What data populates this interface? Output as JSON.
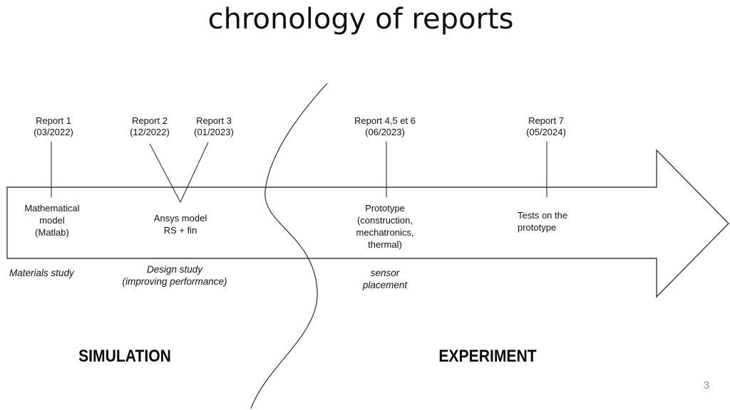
{
  "title": "chronology of reports",
  "page_number": "3",
  "colors": {
    "background": "#ffffff",
    "text": "#111111",
    "line": "#3a3a3a",
    "muted": "#8a8a8a"
  },
  "timeline": {
    "reports": [
      {
        "name": "Report 1",
        "date": "(03/2022)"
      },
      {
        "name": "Report 2",
        "date": "(12/2022)"
      },
      {
        "name": "Report 3",
        "date": "(01/2023)"
      },
      {
        "name": "Report 4,5 et 6",
        "date": "(06/2023)"
      },
      {
        "name": "Report 7",
        "date": "(05/2024)"
      }
    ],
    "phases": [
      {
        "lines": [
          "Mathematical",
          "model",
          "(Matlab)"
        ]
      },
      {
        "lines": [
          "Ansys model",
          "RS + fin"
        ]
      },
      {
        "lines": [
          "Prototype",
          "(construction,",
          "mechatronics,",
          "thermal)"
        ]
      },
      {
        "lines": [
          "Tests on the",
          "prototype"
        ]
      }
    ],
    "studies": [
      {
        "lines": [
          "Materials study",
          ""
        ]
      },
      {
        "lines": [
          "Design study",
          "(improving performance)"
        ]
      },
      {
        "lines": [
          "sensor",
          "placement"
        ]
      }
    ],
    "sections": [
      {
        "label": "SIMULATION"
      },
      {
        "label": "EXPERIMENT"
      }
    ]
  }
}
